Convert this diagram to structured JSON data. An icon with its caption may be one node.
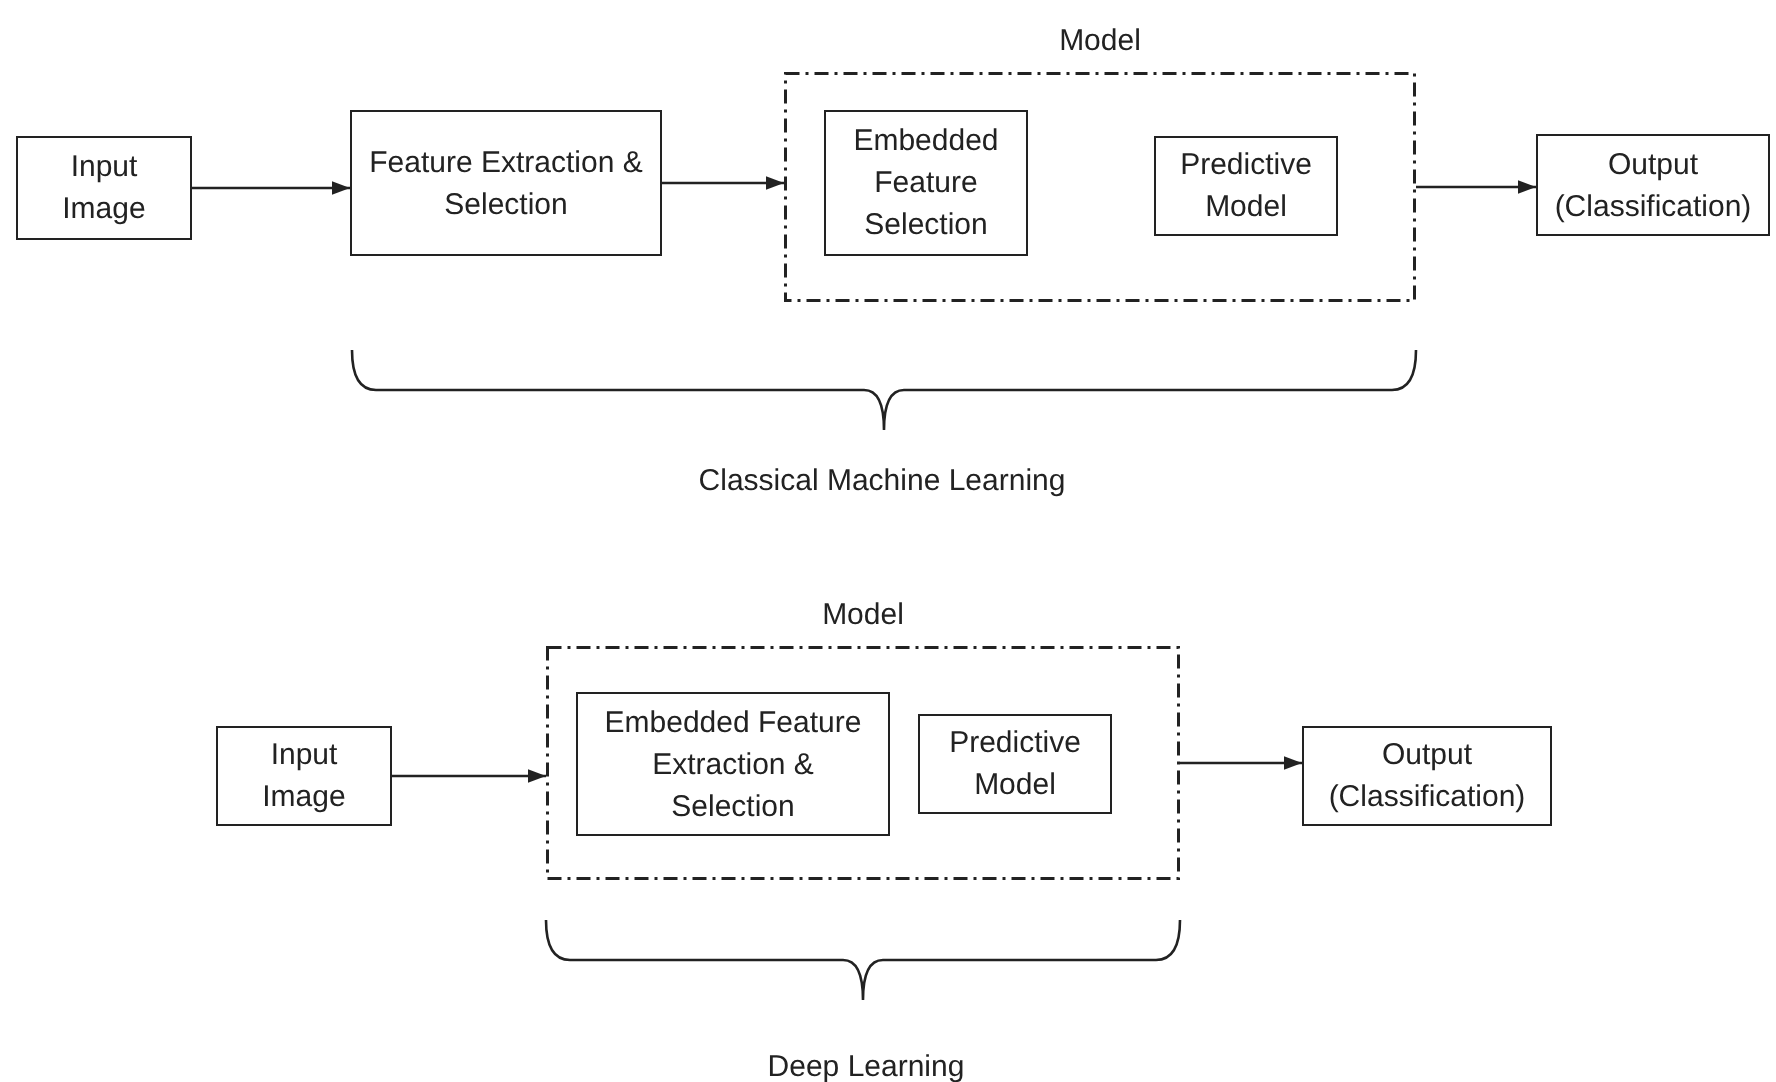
{
  "diagram": {
    "nodes": [
      {
        "text": [
          "Input Image"
        ]
      },
      {
        "text": [
          "Feature Extraction & Selection"
        ]
      },
      {
        "text": [
          "Model"
        ]
      },
      {
        "text": [
          "Embedded Feature Selection"
        ],
        "in": 2
      },
      {
        "text": [
          "Predictive Model"
        ],
        "in": 2
      },
      {
        "text": [
          "Output (Classification)"
        ]
      },
      {
        "text": [
          "Input Image"
        ]
      },
      {
        "text": [
          "Model"
        ]
      },
      {
        "text": [
          "Embedded Feature Extraction & Selection"
        ],
        "in": 7
      },
      {
        "text": [
          "Predictive Model"
        ],
        "in": 7
      },
      {
        "text": [
          "Output (Classification)"
        ]
      }
    ],
    "edges": [
      {
        "from": 0,
        "to": 1,
        "arrow": "to"
      },
      {
        "from": 1,
        "to": 2,
        "arrow": "to"
      },
      {
        "from": 2,
        "to": 5,
        "arrow": "to"
      },
      {
        "from": 6,
        "to": 7,
        "arrow": "to"
      },
      {
        "from": 7,
        "to": 10,
        "arrow": "to"
      }
    ],
    "labels": [
      "Classical Machine Learning",
      "Deep Learning"
    ]
  }
}
